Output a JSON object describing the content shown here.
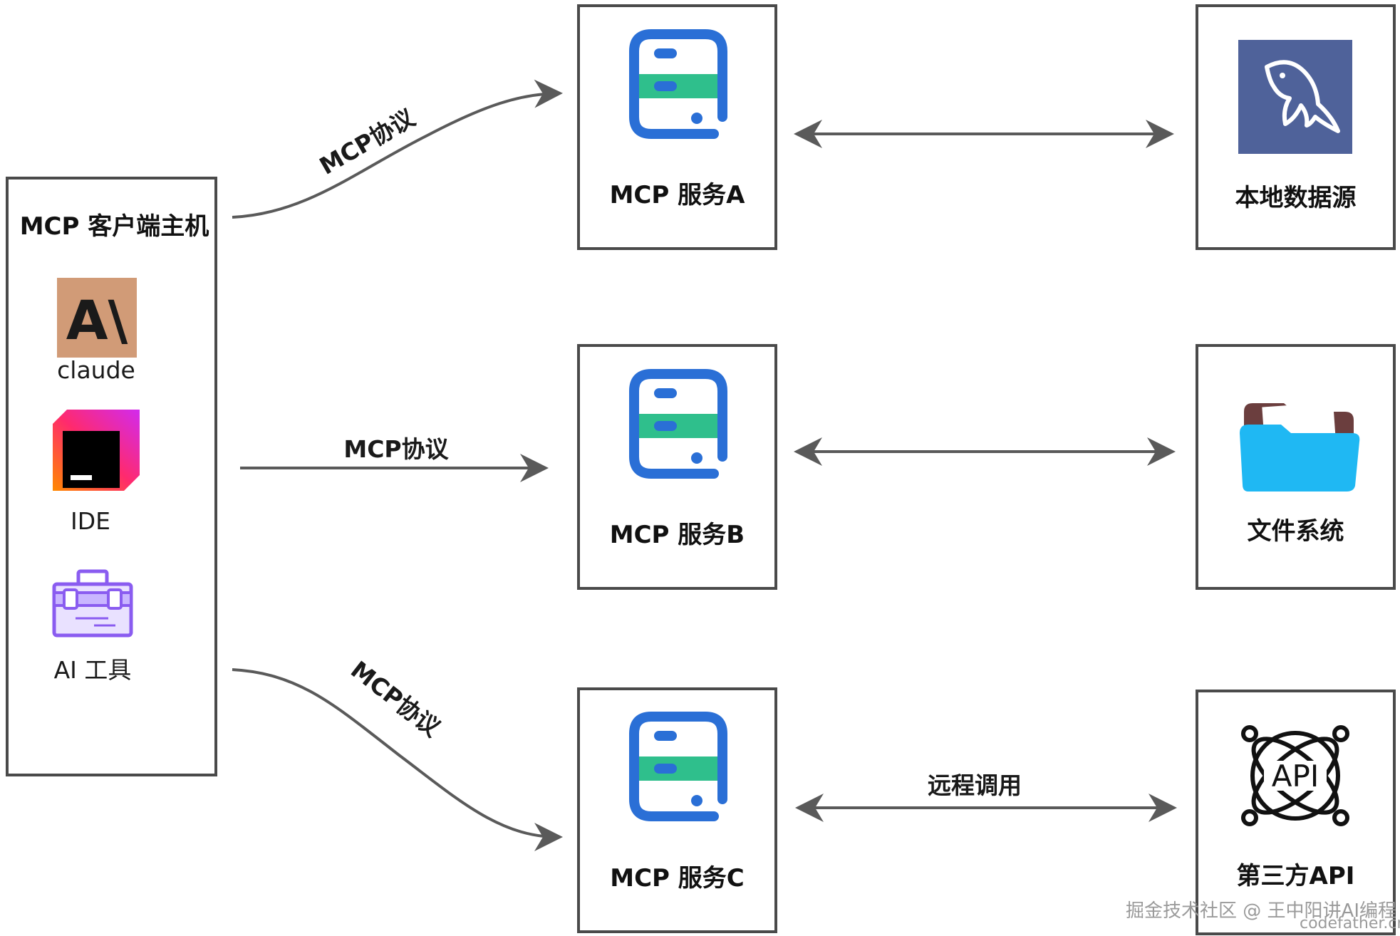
{
  "client": {
    "title": "MCP 客户端主机",
    "apps": [
      {
        "label": "claude",
        "icon": "claude-logo-icon"
      },
      {
        "label": "IDE",
        "icon": "ide-logo-icon"
      },
      {
        "label": "AI 工具",
        "icon": "toolbox-icon"
      }
    ]
  },
  "services": [
    {
      "label": "MCP 服务A",
      "icon": "server-icon"
    },
    {
      "label": "MCP 服务B",
      "icon": "server-icon"
    },
    {
      "label": "MCP 服务C",
      "icon": "server-icon"
    }
  ],
  "resources": [
    {
      "label": "本地数据源",
      "icon": "mysql-dolphin-icon"
    },
    {
      "label": "文件系统",
      "icon": "folder-icon"
    },
    {
      "label": "第三方API",
      "icon": "api-icon"
    }
  ],
  "edges": {
    "protocol_a": "MCP协议",
    "protocol_b": "MCP协议",
    "protocol_c": "MCP协议",
    "remote_call": "远程调用"
  },
  "claude_logo_text": "A\\",
  "api_icon_text": "API",
  "watermark": {
    "line1": "掘金技术社区 @ 王中阳讲AI编程",
    "line2": "codefather.cn"
  },
  "colors": {
    "server_blue": "#2a6fd6",
    "server_green": "#2fbf8c",
    "mysql_bg": "#4f629a",
    "folder_blue": "#1fb8f3",
    "folder_back": "#6b3e3e",
    "claude_bg": "#d19b77",
    "toolbox_purple": "#8a5cf0",
    "edge_gray": "#5a5a5a"
  }
}
